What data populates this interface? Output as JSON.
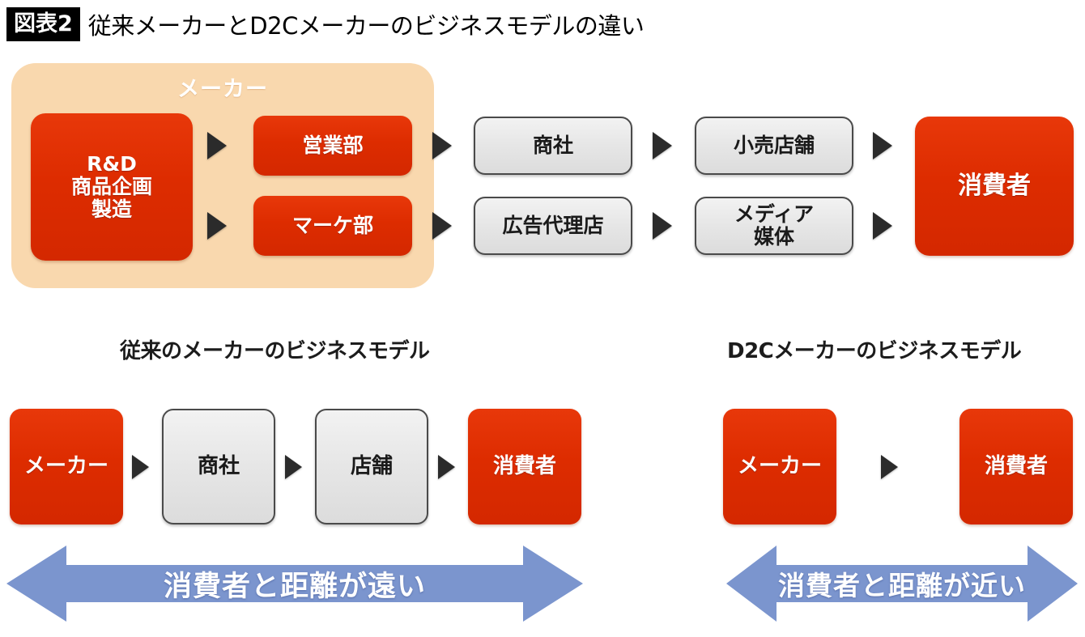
{
  "title": {
    "badge": "図表2",
    "text": "従来メーカーとD2Cメーカーのビジネスモデルの違い"
  },
  "colors": {
    "red": "#DD2C00",
    "peach": "#F9D8AE",
    "grey": "#E4E4E4",
    "grey_border": "#4A4A4A",
    "blue": "#7B95CE",
    "arrow_dark": "#2B2B2B",
    "black": "#000000"
  },
  "top_diagram": {
    "group_label": "メーカー",
    "rnd_box": "R&D\n商品企画\n製造",
    "dept_boxes": [
      {
        "label": "営業部"
      },
      {
        "label": "マーケ部"
      }
    ],
    "intermediary_boxes": [
      {
        "label": "商社"
      },
      {
        "label": "広告代理店"
      }
    ],
    "channel_boxes": [
      {
        "label": "小売店舗"
      },
      {
        "label": "メディア\n媒体"
      }
    ],
    "consumer_box": "消費者",
    "arrow_icon": "triangle-right-icon"
  },
  "bottom_left": {
    "heading": "従来のメーカーのビジネスモデル",
    "chain": [
      {
        "label": "メーカー",
        "style": "red"
      },
      {
        "label": "商社",
        "style": "grey"
      },
      {
        "label": "店舗",
        "style": "grey"
      },
      {
        "label": "消費者",
        "style": "red"
      }
    ],
    "distance_label": "消費者と距離が遠い",
    "arrow_icon": "double-headed-arrow-icon"
  },
  "bottom_right": {
    "heading": "D2Cメーカーのビジネスモデル",
    "chain": [
      {
        "label": "メーカー",
        "style": "red"
      },
      {
        "label": "消費者",
        "style": "red"
      }
    ],
    "distance_label": "消費者と距離が近い",
    "arrow_icon": "double-headed-arrow-icon"
  }
}
